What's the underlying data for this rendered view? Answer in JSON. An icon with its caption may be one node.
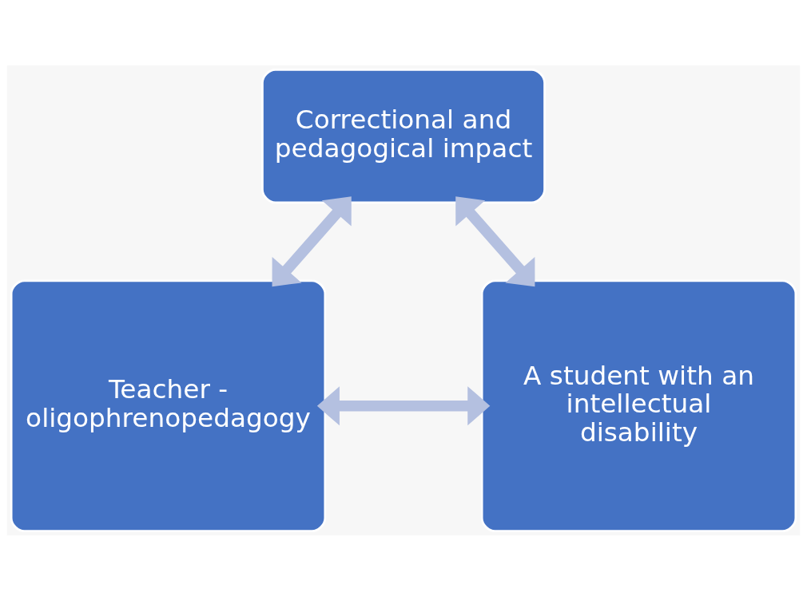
{
  "diagram": {
    "nodes": [
      {
        "text": [
          "Correctional and pedagogical impact"
        ]
      },
      {
        "text": [
          "Teacher - oligophrenopedagogy"
        ]
      },
      {
        "text": [
          "A student with an intellectual disability"
        ]
      }
    ],
    "edges": [
      {
        "from": 1,
        "to": 0,
        "arrow": "both"
      },
      {
        "from": 0,
        "to": 2,
        "arrow": "both"
      },
      {
        "from": 1,
        "to": 2,
        "arrow": "both"
      }
    ]
  }
}
